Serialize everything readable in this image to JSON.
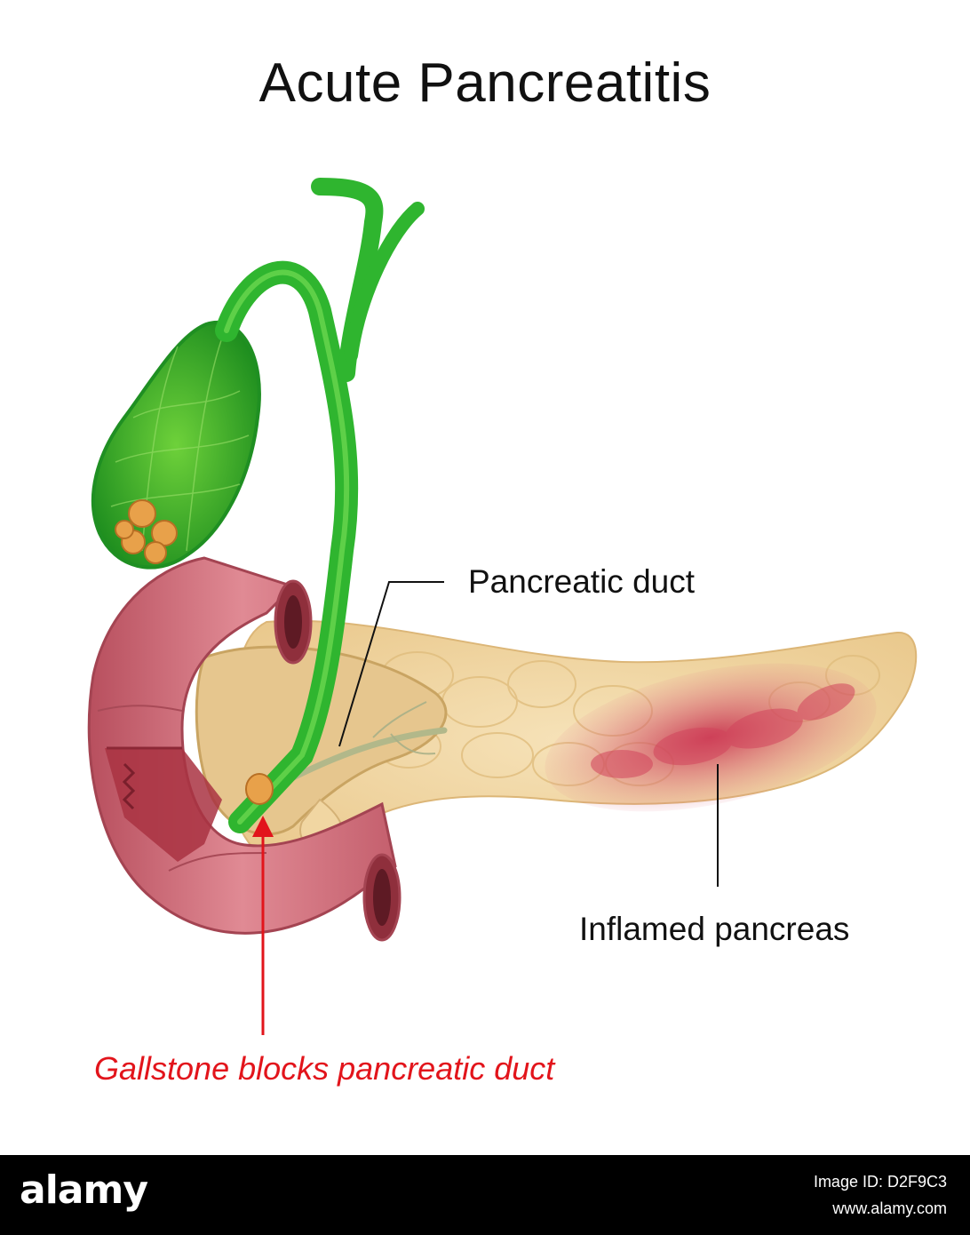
{
  "figure": {
    "title": "Acute Pancreatitis",
    "labels": {
      "pancreatic_duct": "Pancreatic duct",
      "inflamed_pancreas": "Inflamed pancreas",
      "gallstone": "Gallstone blocks pancreatic duct"
    }
  },
  "footer": {
    "logo": "alamy",
    "image_id": "Image ID: D2F9C3",
    "site": "www.alamy.com"
  },
  "colors": {
    "bile_duct": "#2fb52f",
    "gallbladder": "#37c12b",
    "duodenum": "#cf6a76",
    "pancreas": "#f1d6a2",
    "inflammation": "#c8354f",
    "arrow": "#e2141b"
  }
}
